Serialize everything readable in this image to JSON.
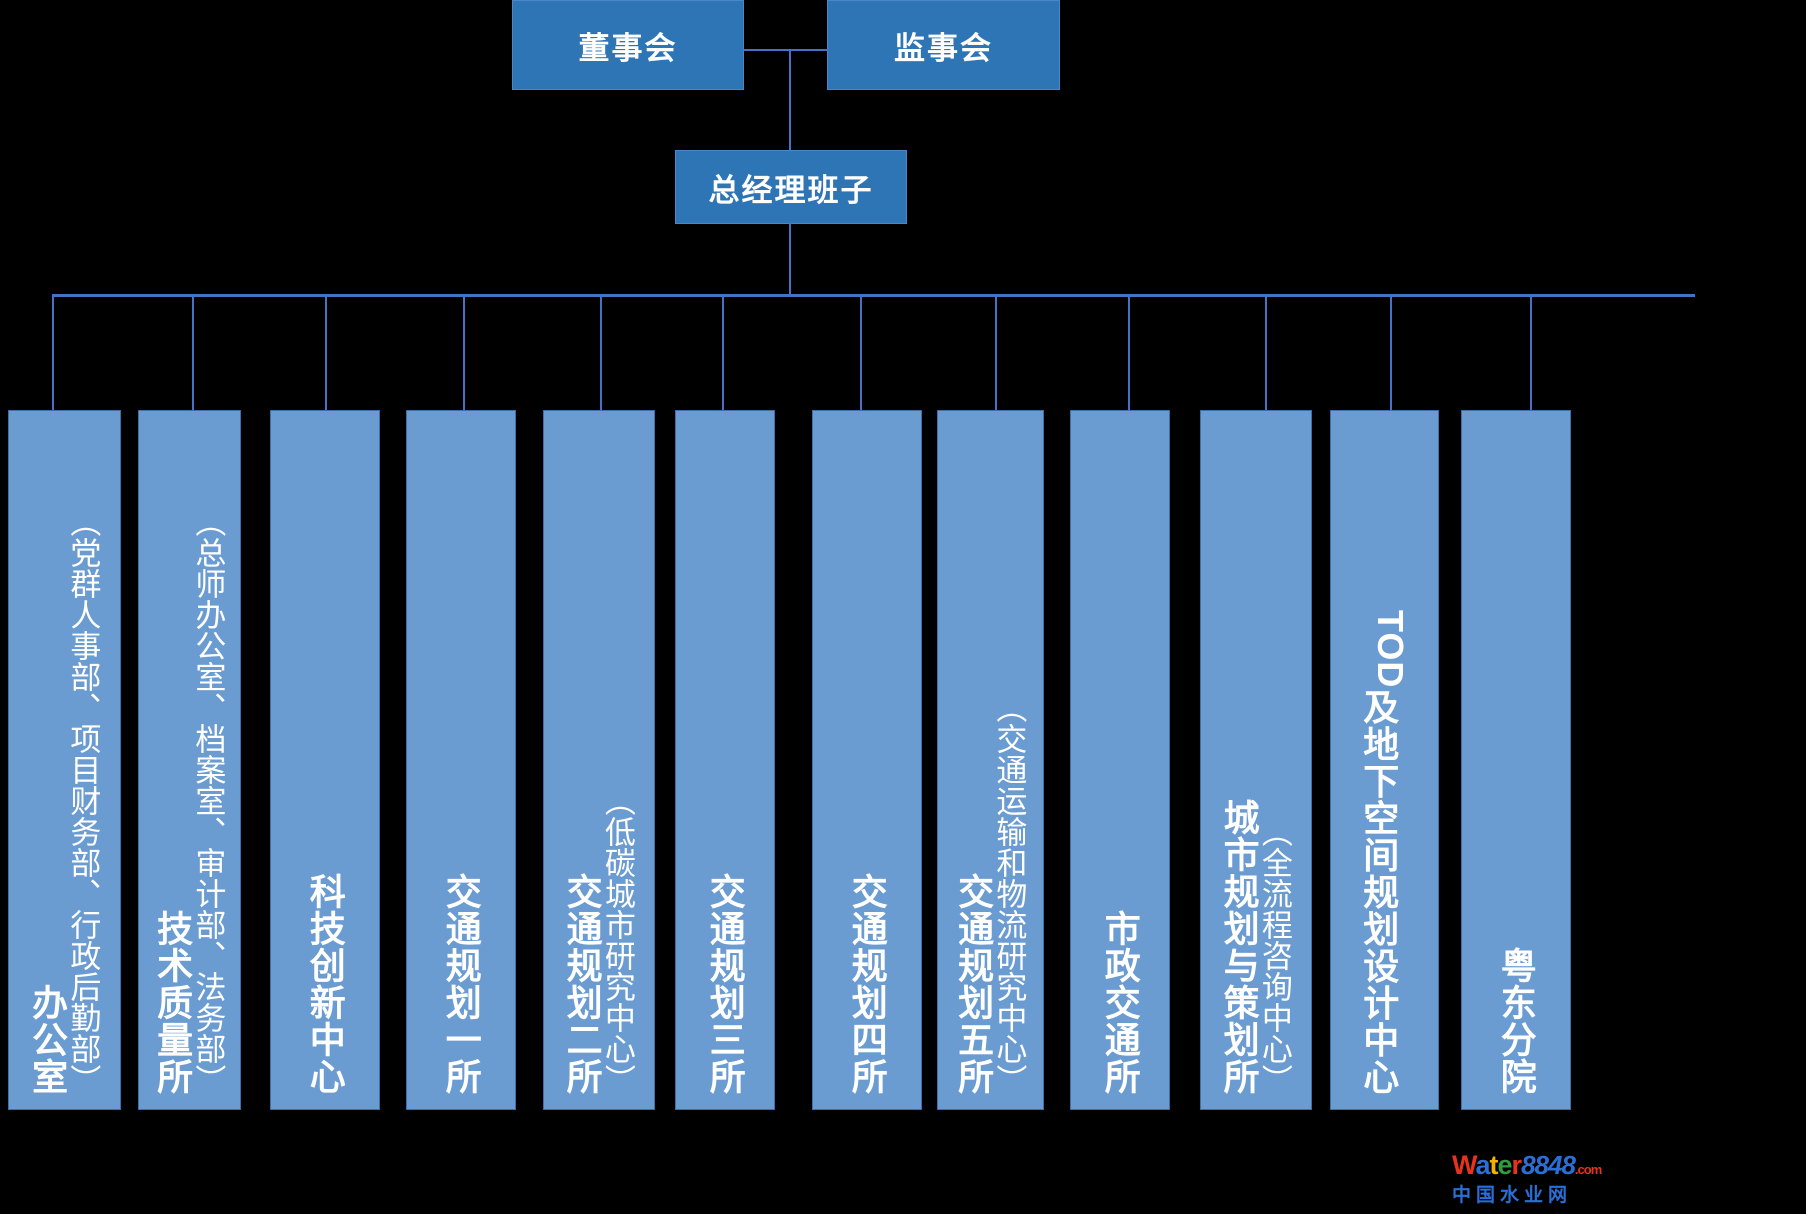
{
  "chart_title": "",
  "colors": {
    "background": "#000000",
    "top_box_fill": "#2e75b6",
    "top_box_border": "#4a86c8",
    "dept_box_fill": "#6a9bd1",
    "dept_box_border": "#3f6fa8",
    "connector_line": "#4472c4",
    "text": "#ffffff"
  },
  "top_level": {
    "board": "董事会",
    "supervisory": "监事会",
    "general_manager": "总经理班子"
  },
  "departments": [
    {
      "main": "办公室",
      "sub": "（党群人事部、项目财务部、行政后勤部）"
    },
    {
      "main": "技术质量所",
      "sub": "（总师办公室、档案室、审计部、法务部）"
    },
    {
      "main": "科技创新中心",
      "sub": ""
    },
    {
      "main": "交通规划一所",
      "sub": ""
    },
    {
      "main": "交通规划二所",
      "sub": "（低碳城市研究中心）"
    },
    {
      "main": "交通规划三所",
      "sub": ""
    },
    {
      "main": "交通规划四所",
      "sub": ""
    },
    {
      "main": "交通规划五所",
      "sub": "（交通运输和物流研究中心）"
    },
    {
      "main": "市政交通所",
      "sub": ""
    },
    {
      "main": "城市规划与策划所",
      "sub": "（全流程咨询中心）"
    },
    {
      "main": "TOD及地下空间规划设计中心",
      "sub": ""
    },
    {
      "main": "粤东分院",
      "sub": ""
    }
  ],
  "watermark": {
    "w": "W",
    "a": "a",
    "t": "t",
    "e": "e",
    "r": "r",
    "number": "8848",
    "domain": ".com",
    "chinese": "中国水业网"
  }
}
